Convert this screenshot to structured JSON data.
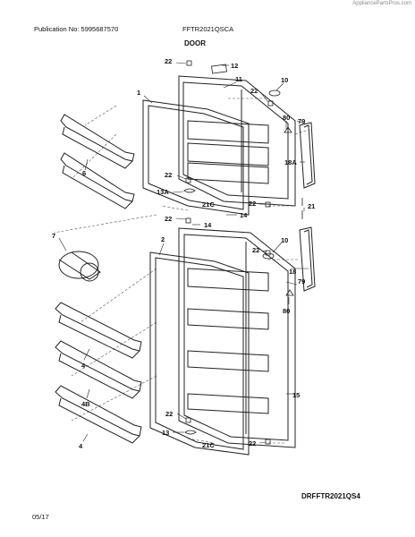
{
  "header": {
    "site": "AppliancePartsPros.com",
    "publication": "Publication No: 5995687570",
    "model": "FFTR2021QSCA",
    "section_title": "DOOR"
  },
  "footer": {
    "drawing_id": "DRFFTR2021QS4",
    "date": "05/17"
  },
  "callouts": {
    "c1": "22",
    "c2": "12",
    "c3": "11",
    "c4": "10",
    "c5": "22",
    "c6": "1",
    "c7": "80",
    "c8": "79",
    "c9": "6",
    "c10": "18A",
    "c11": "22",
    "c12": "13A",
    "c13": "21C",
    "c14": "22",
    "c15": "21",
    "c16": "14",
    "c17": "22",
    "c18": "14",
    "c19": "7",
    "c20": "2",
    "c21": "22",
    "c22": "10",
    "c23": "18",
    "c24": "79",
    "c25": "80",
    "c26": "4",
    "c27": "4B",
    "c28": "15",
    "c29": "4",
    "c30": "22",
    "c31": "13",
    "c32": "21C",
    "c33": "22"
  }
}
